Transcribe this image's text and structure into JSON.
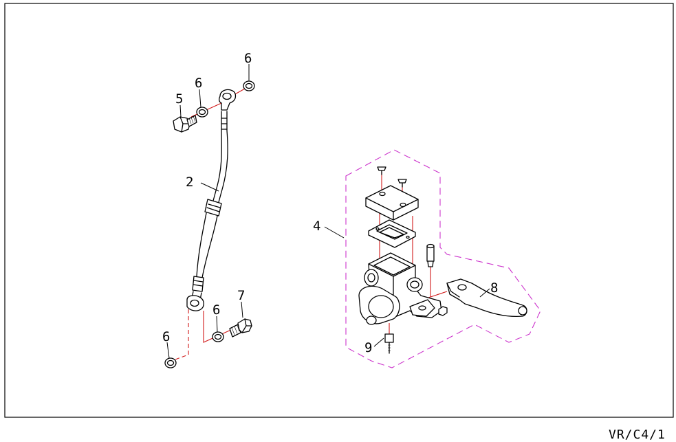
{
  "diagram": {
    "page_code": "VR/C4/1",
    "callouts": {
      "banjo_bolt_upper": "5",
      "washer_upper_inner": "6",
      "washer_upper_outer": "6",
      "brake_hose": "2",
      "banjo_bolt_lower": "7",
      "washer_lower_inner": "6",
      "washer_lower_outer": "6",
      "master_cylinder_assembly": "4",
      "brake_lever": "8",
      "pivot_bolt": "9"
    },
    "colors": {
      "line": "#000000",
      "assembly_line": "#d11a1a",
      "group_outline": "#cc33cc",
      "frame": "#000000"
    }
  }
}
